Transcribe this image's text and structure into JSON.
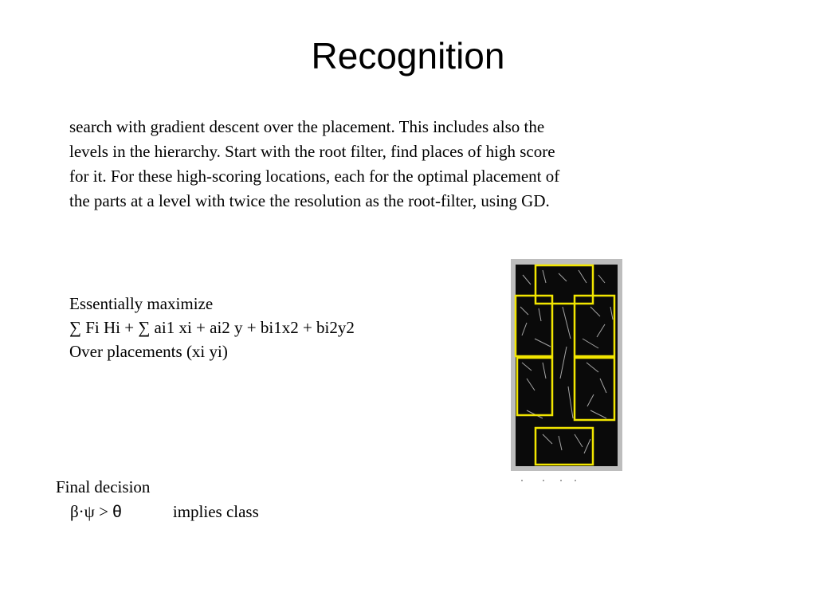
{
  "slide": {
    "title": "Recognition",
    "paragraph_lines": [
      "search with gradient descent over the placement. This includes also the",
      "levels in the hierarchy. Start with the root filter, find places of high score",
      "for it. For these high-scoring locations, each for the optimal placement of",
      "the parts at a level with twice the resolution as the root-filter, using GD."
    ],
    "maximize": {
      "heading": "Essentially maximize",
      "formula": "∑ Fi Hi + ∑ ai1 xi + ai2 y + bi1x2 + bi2y2",
      "over": "Over placements (xi yi)"
    },
    "decision": {
      "heading": "Final decision",
      "expression": "β·ψ > ",
      "theta": "θ",
      "implies": "implies class"
    }
  },
  "colors": {
    "part_box": "#f2e600",
    "figure_bg": "#bdbdbd",
    "filter_bg": "#0a0a0a"
  },
  "figure": {
    "description_icon": "hog-part-filter-icon"
  }
}
